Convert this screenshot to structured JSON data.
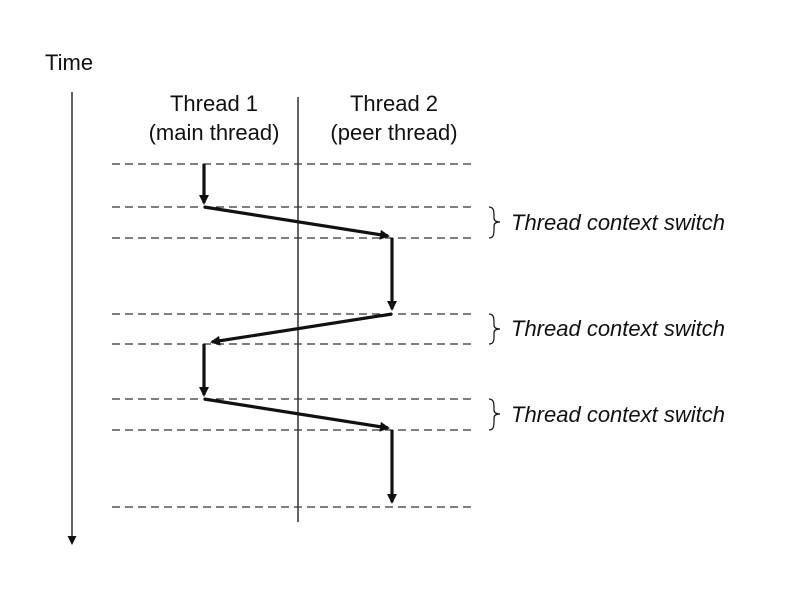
{
  "time_label": "Time",
  "thread1": {
    "title": "Thread 1",
    "subtitle": "(main thread)"
  },
  "thread2": {
    "title": "Thread 2",
    "subtitle": "(peer thread)"
  },
  "context_switch_labels": [
    "Thread context switch",
    "Thread context switch",
    "Thread context switch"
  ]
}
